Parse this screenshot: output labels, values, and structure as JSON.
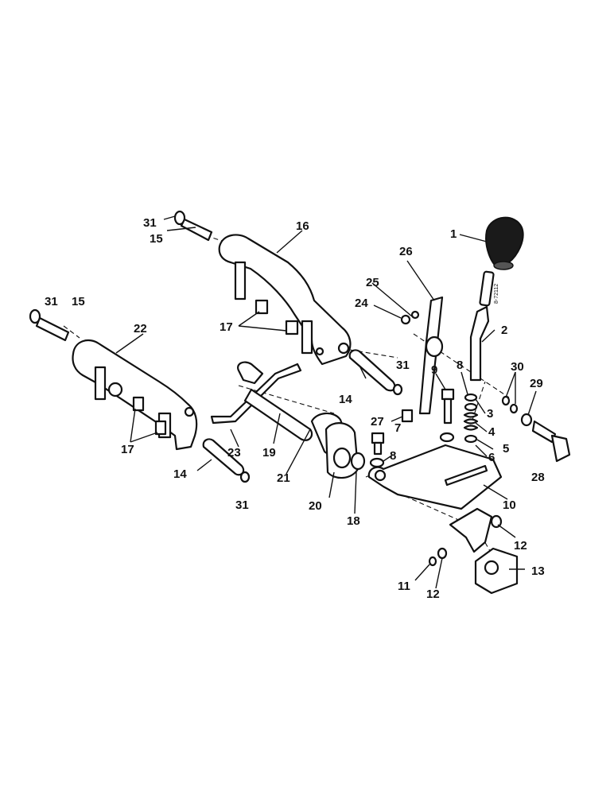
{
  "diagram": {
    "reference_code": "8-72112",
    "callouts": [
      {
        "id": "c1",
        "label": "1"
      },
      {
        "id": "c2",
        "label": "2"
      },
      {
        "id": "c3",
        "label": "3"
      },
      {
        "id": "c4",
        "label": "4"
      },
      {
        "id": "c5",
        "label": "5"
      },
      {
        "id": "c6",
        "label": "6"
      },
      {
        "id": "c7",
        "label": "7"
      },
      {
        "id": "c8a",
        "label": "8"
      },
      {
        "id": "c8b",
        "label": "8"
      },
      {
        "id": "c9",
        "label": "9"
      },
      {
        "id": "c10",
        "label": "10"
      },
      {
        "id": "c11",
        "label": "11"
      },
      {
        "id": "c12a",
        "label": "12"
      },
      {
        "id": "c12b",
        "label": "12"
      },
      {
        "id": "c13",
        "label": "13"
      },
      {
        "id": "c14a",
        "label": "14"
      },
      {
        "id": "c14b",
        "label": "14"
      },
      {
        "id": "c15a",
        "label": "15"
      },
      {
        "id": "c15b",
        "label": "15"
      },
      {
        "id": "c16",
        "label": "16"
      },
      {
        "id": "c17a",
        "label": "17"
      },
      {
        "id": "c17b",
        "label": "17"
      },
      {
        "id": "c18",
        "label": "18"
      },
      {
        "id": "c19",
        "label": "19"
      },
      {
        "id": "c20",
        "label": "20"
      },
      {
        "id": "c21",
        "label": "21"
      },
      {
        "id": "c22",
        "label": "22"
      },
      {
        "id": "c23",
        "label": "23"
      },
      {
        "id": "c24",
        "label": "24"
      },
      {
        "id": "c25",
        "label": "25"
      },
      {
        "id": "c26",
        "label": "26"
      },
      {
        "id": "c27",
        "label": "27"
      },
      {
        "id": "c28",
        "label": "28"
      },
      {
        "id": "c29",
        "label": "29"
      },
      {
        "id": "c30",
        "label": "30"
      },
      {
        "id": "c31a",
        "label": "31"
      },
      {
        "id": "c31b",
        "label": "31"
      },
      {
        "id": "c31c",
        "label": "31"
      },
      {
        "id": "c31d",
        "label": "31"
      }
    ]
  }
}
